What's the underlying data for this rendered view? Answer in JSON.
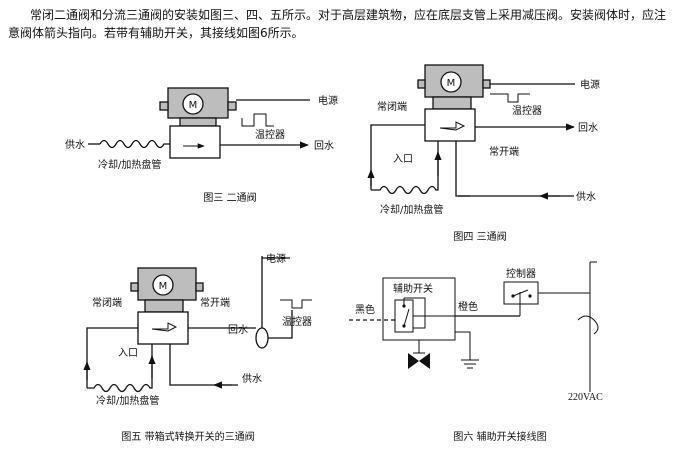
{
  "intro_text": "常闭二通阀和分流三通阀的安装如图三、四、五所示。对于高层建筑物，应在底层支管上采用减压阀。安装阀体时，应注意阀体箭头指向。若带有辅助开关，其接线如图6所示。",
  "motor_symbol": "M",
  "fig3": {
    "caption": "图三  二通阀",
    "power": "电源",
    "thermostat": "温控器",
    "supply": "供水",
    "return": "回水",
    "coil": "冷却/加热盘管"
  },
  "fig4": {
    "caption": "图四  三通阀",
    "power": "电源",
    "thermostat": "温控器",
    "normally_closed": "常闭端",
    "normally_open": "常开端",
    "inlet": "入口",
    "return": "回水",
    "supply": "供水",
    "coil": "冷却/加热盘管"
  },
  "fig5": {
    "caption": "图五  带箱式转换开关的三通阀",
    "power": "电源",
    "thermostat": "温控器",
    "normally_closed": "常闭端",
    "normally_open": "常开端",
    "inlet": "入口",
    "return": "回水",
    "supply": "供水",
    "coil": "冷却/加热盘管"
  },
  "fig6": {
    "caption": "图六  辅助开关接线图",
    "aux_switch": "辅助开关",
    "controller": "控制器",
    "black": "黑色",
    "orange": "橙色",
    "voltage": "220VAC"
  }
}
